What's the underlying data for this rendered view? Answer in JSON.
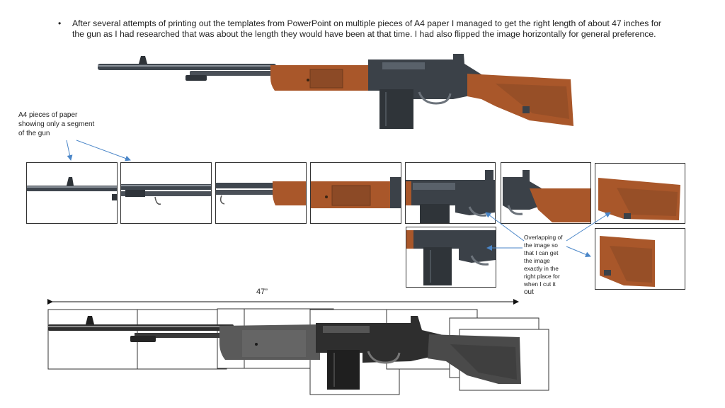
{
  "slide": {
    "bullet_glyph": "•",
    "bullet_text": "After several attempts of printing out the templates from PowerPoint on multiple pieces of A4 paper I managed to get the right length of about 47 inches for the gun as I had researched that was about the length they would have been at that time. I had also flipped the image horizontally for general preference.",
    "label_a4_pieces": "A4 pieces of paper showing only a segment of the gun",
    "label_overlap": "Overlapping of the image so that I can get the image exactly in the right place for when I cut it",
    "label_overlap_last_word": "out",
    "dimension_label": "47”"
  },
  "colors": {
    "wood": "#a9572a",
    "wood_dark": "#7a3a18",
    "metal": "#3b4148",
    "metal_light": "#6c737b",
    "arrow": "#4a86c8",
    "mono_wood": "#4a4a4a",
    "mono_metal": "#2e2e2e"
  }
}
